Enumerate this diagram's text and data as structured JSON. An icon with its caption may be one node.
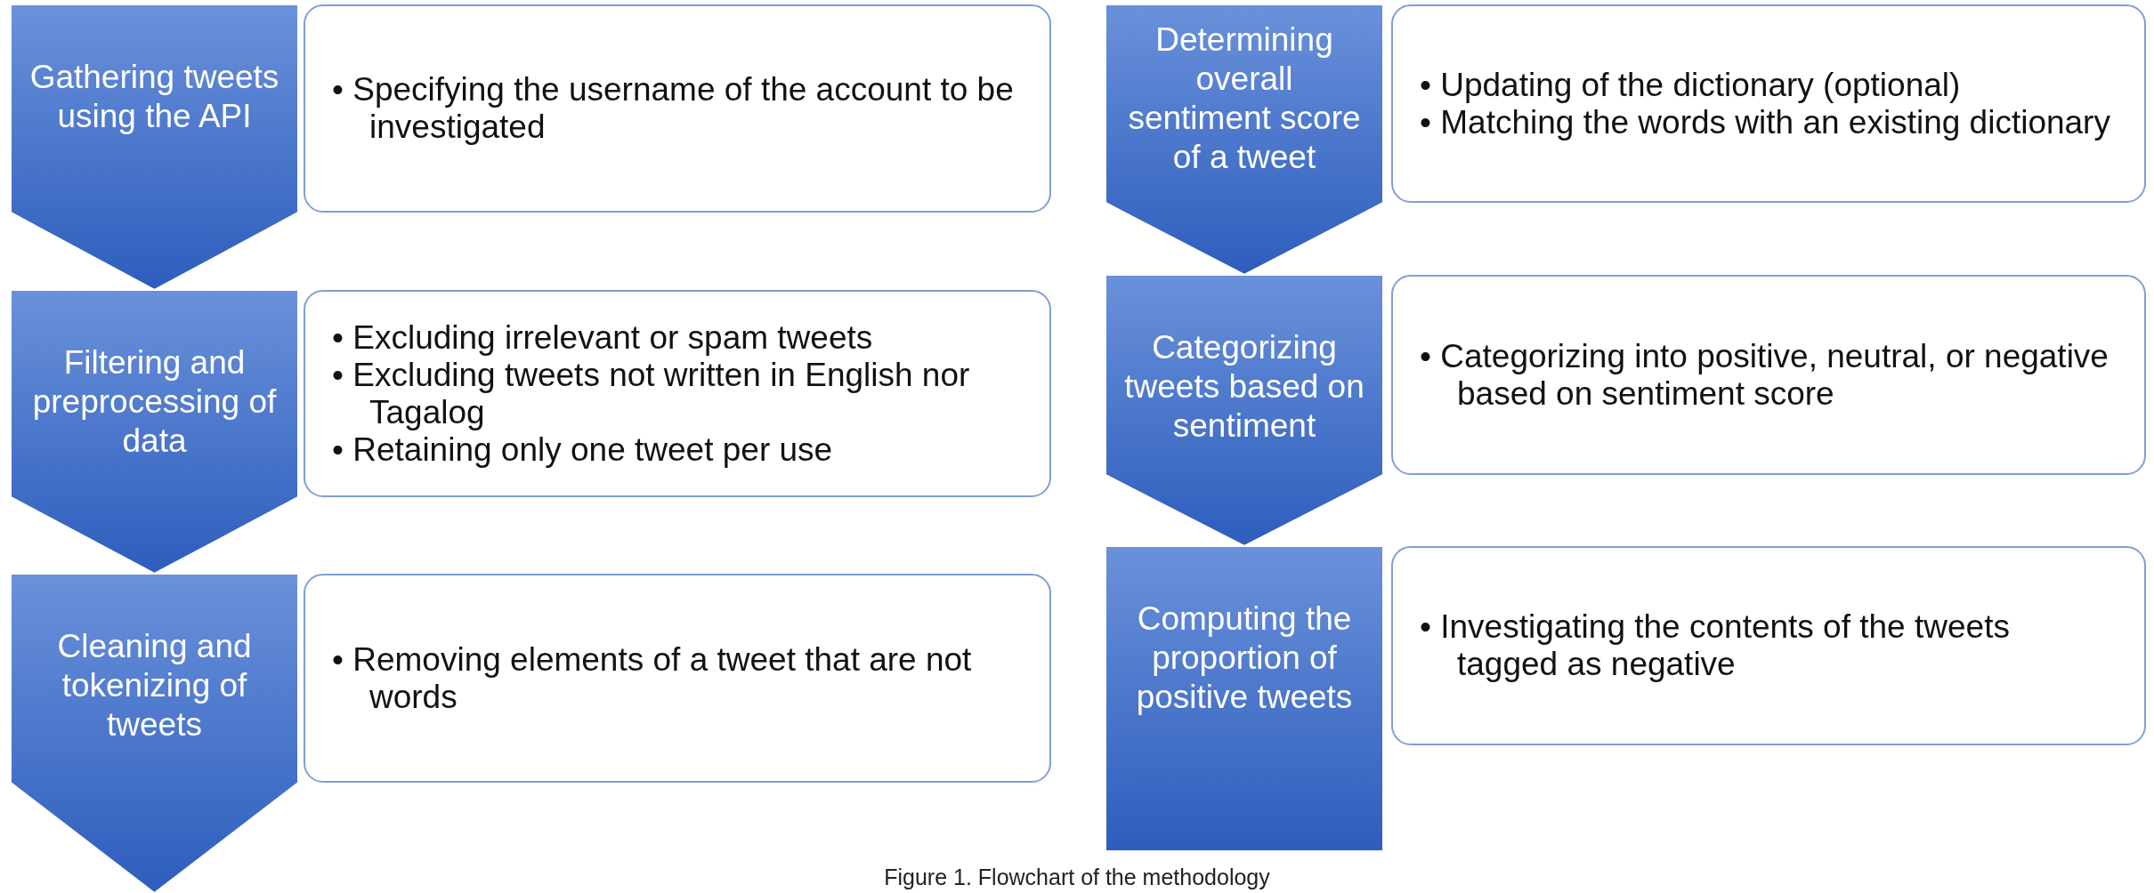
{
  "diagram": {
    "caption": "Figure 1. Flowchart of the methodology",
    "nodes": [
      {
        "text": [
          "Gathering tweets using the API"
        ]
      },
      {
        "text": [
          "• Specifying the username of the account to be investigated"
        ]
      },
      {
        "text": [
          "Filtering and preprocessing of data"
        ]
      },
      {
        "text": [
          "• Excluding irrelevant or spam tweets",
          "• Excluding tweets not written in English nor Tagalog",
          "• Retaining only one tweet per use"
        ]
      },
      {
        "text": [
          "Cleaning and tokenizing of tweets"
        ]
      },
      {
        "text": [
          "• Removing elements of a tweet that are not words"
        ]
      },
      {
        "text": [
          "Determining overall sentiment score of a tweet"
        ]
      },
      {
        "text": [
          "• Updating of the dictionary (optional)",
          "• Matching the words with an existing dictionary"
        ]
      },
      {
        "text": [
          "Categorizing tweets based on sentiment"
        ]
      },
      {
        "text": [
          "• Categorizing into positive, neutral, or negative based on sentiment score"
        ]
      },
      {
        "text": [
          "Computing the proportion of positive tweets"
        ]
      },
      {
        "text": [
          "• Investigating the contents of the tweets tagged as negative"
        ]
      }
    ]
  }
}
